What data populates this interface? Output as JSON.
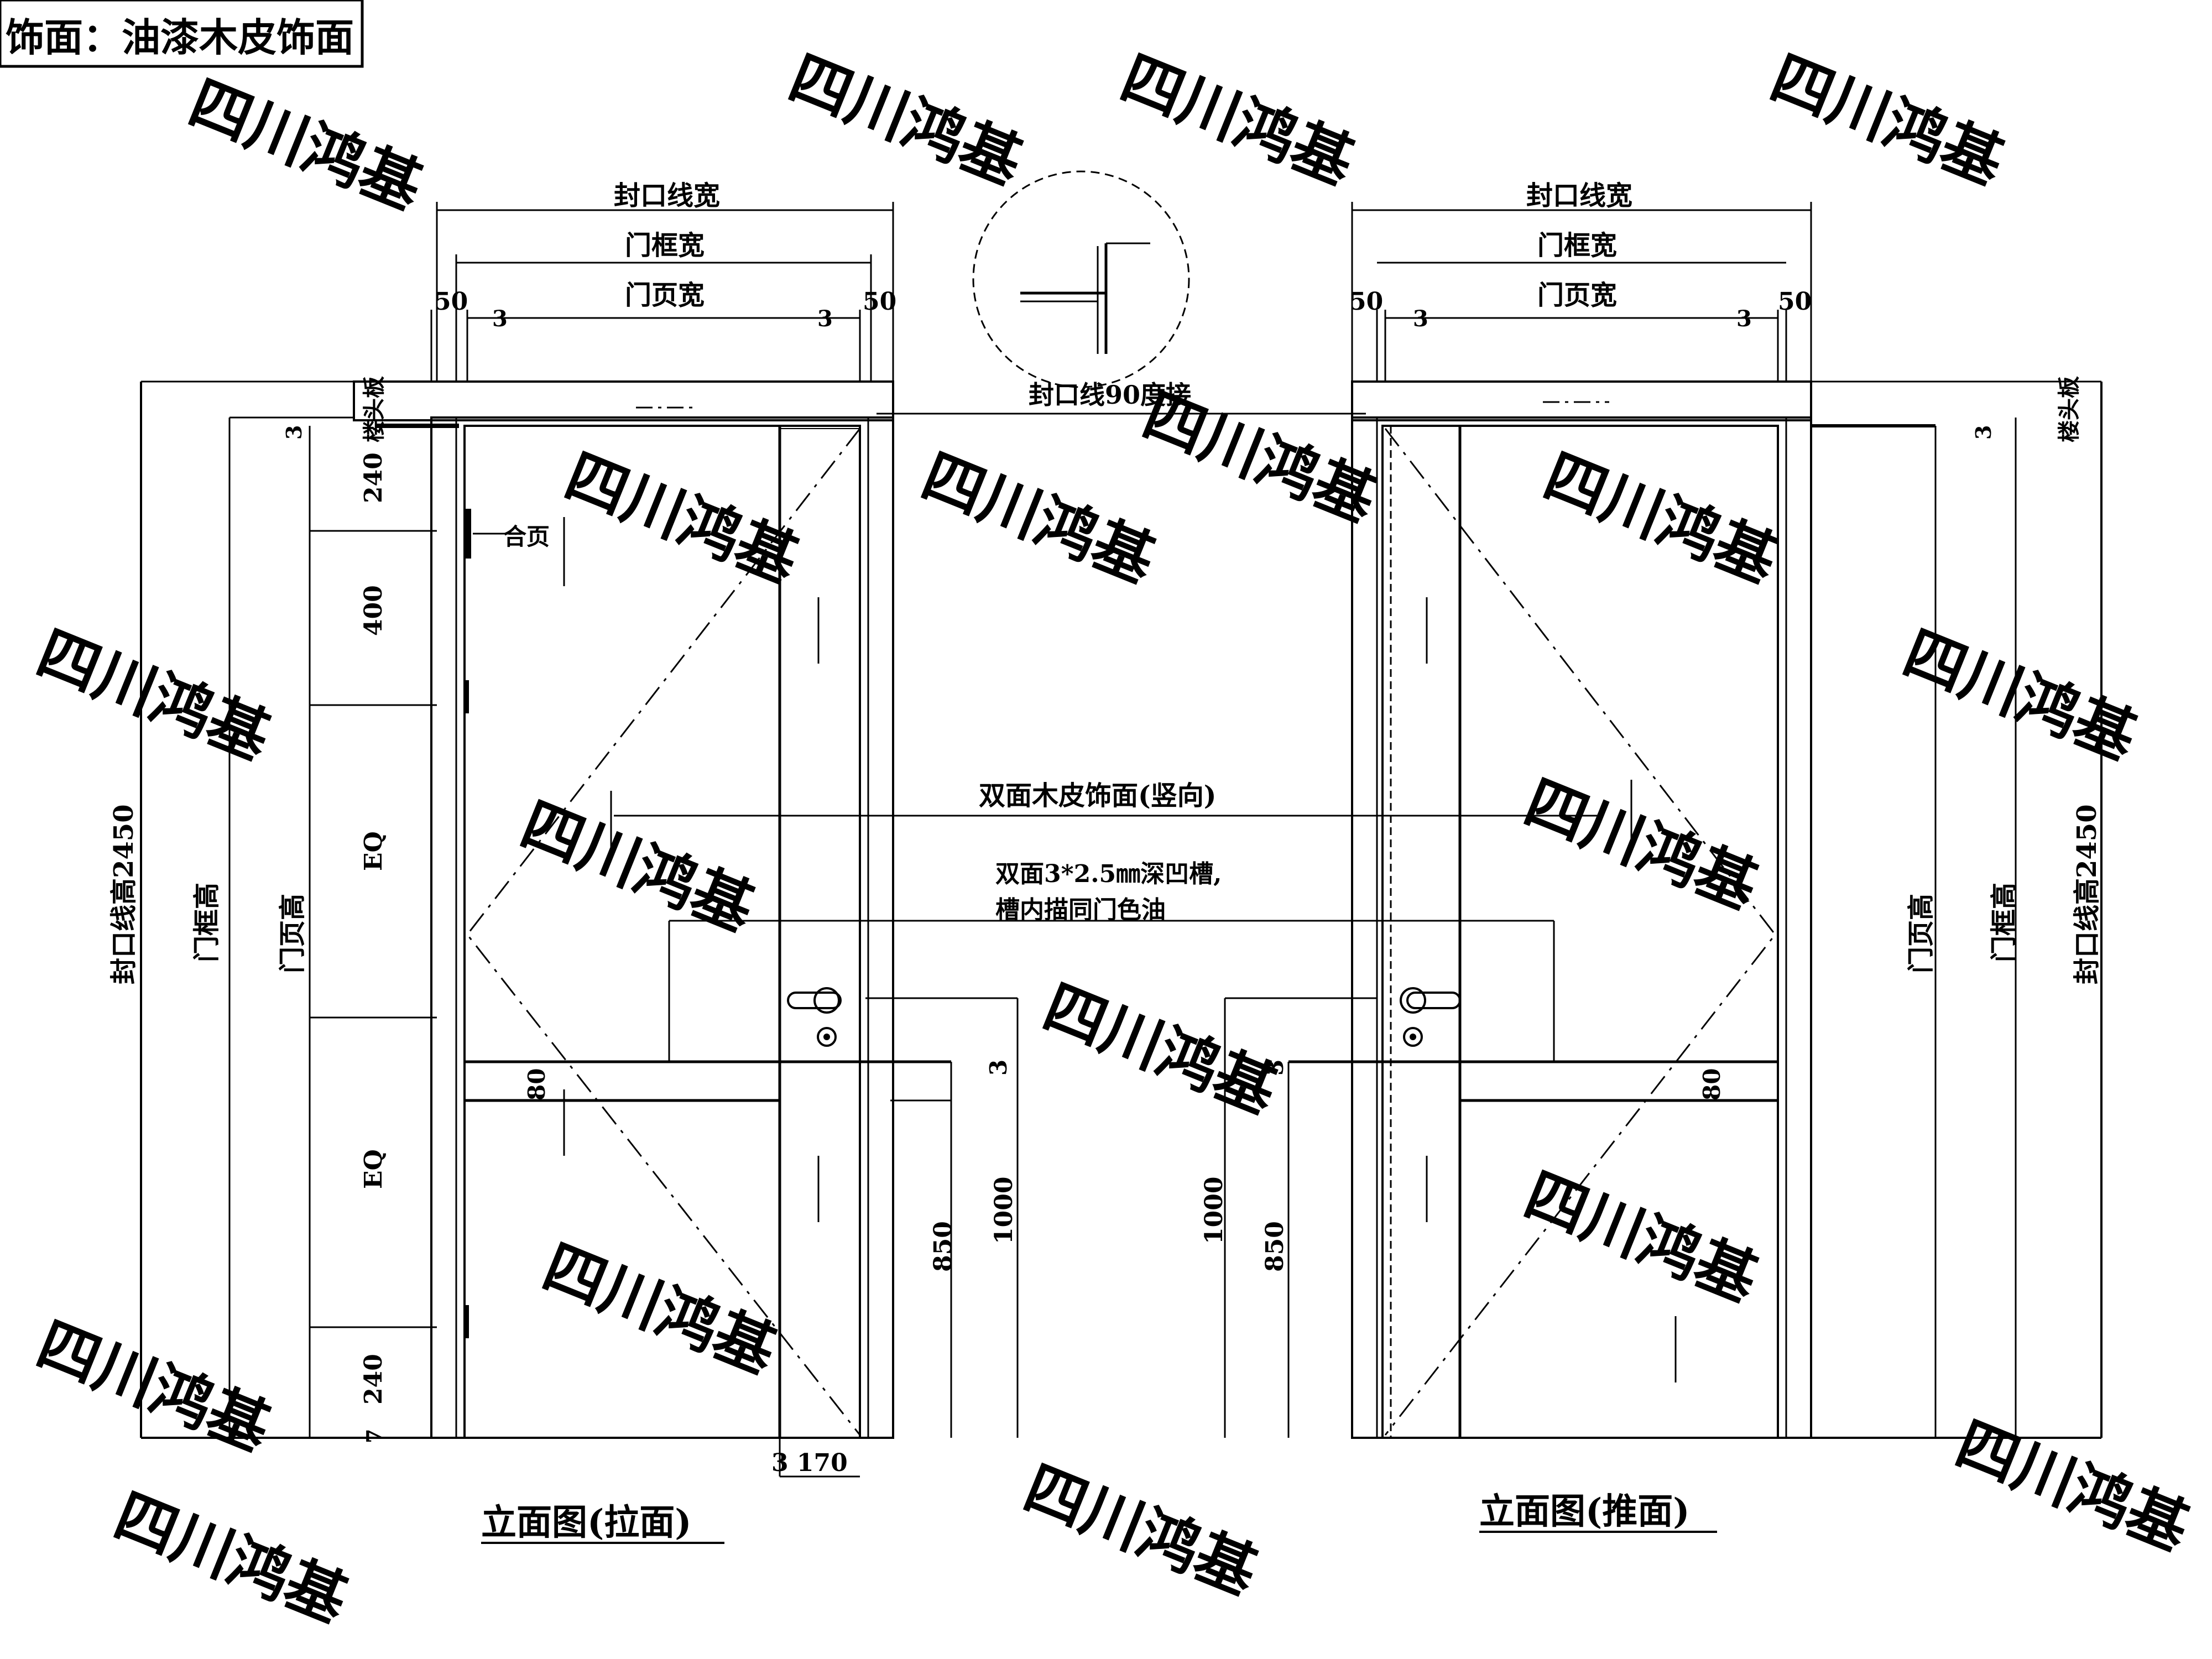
{
  "header": {
    "finish_label": "饰面：油漆木皮饰面"
  },
  "watermark": "四川鸿基",
  "dimensions": {
    "seal_width": "封口线宽",
    "frame_width": "门框宽",
    "leaf_width": "门页宽",
    "side_50": "50",
    "gap_3": "3",
    "lintel": "楼头板",
    "seal_height": "封口线高2450",
    "frame_height": "门框高",
    "leaf_height": "门页高",
    "d240": "240",
    "d400": "400",
    "eq": "EQ",
    "d7": "7",
    "d80": "80",
    "d850": "850",
    "d1000": "1000",
    "d3_170": "3 170"
  },
  "annotations": {
    "hinge": "合页",
    "seal_joint": "封口线90度接",
    "veneer": "双面木皮饰面(竖向)",
    "groove_line1": "双面3*2.5㎜深凹槽,",
    "groove_line2": "槽内描同门色油"
  },
  "views": {
    "pull_title": "立面图(拉面)",
    "push_title": "立面图(推面)"
  }
}
